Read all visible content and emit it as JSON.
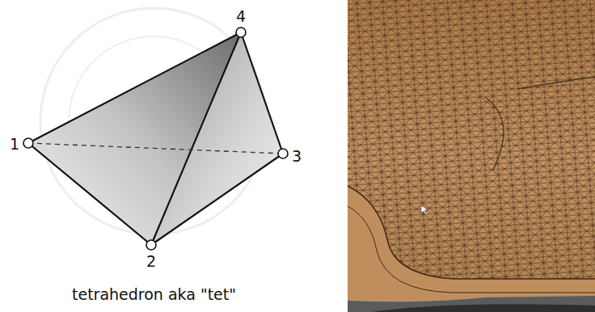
{
  "diagram": {
    "caption": "tetrahedron aka \"tet\"",
    "labels": [
      "4",
      "1",
      "3",
      "2"
    ]
  }
}
